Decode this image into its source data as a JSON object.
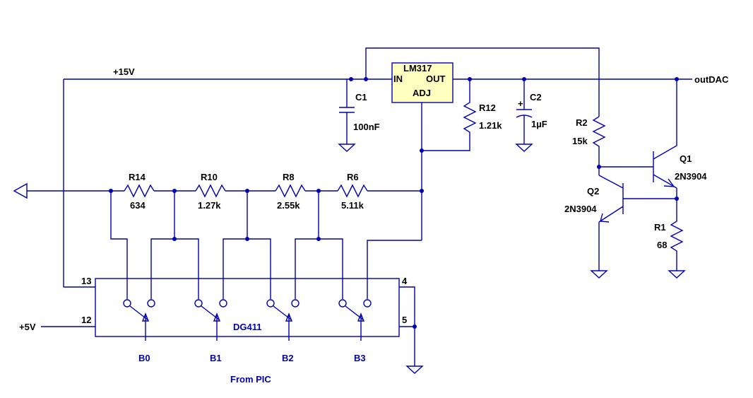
{
  "nets": {
    "v15": "+15V",
    "v5": "+5V",
    "out": "outDAC"
  },
  "regulator": {
    "name": "LM317",
    "in": "IN",
    "out": "OUT",
    "adj": "ADJ"
  },
  "caps": {
    "c1": {
      "ref": "C1",
      "value": "100nF"
    },
    "c2": {
      "ref": "C2",
      "value": "1µF",
      "plus": "+"
    }
  },
  "resistors": {
    "r12": {
      "ref": "R12",
      "value": "1.21k"
    },
    "r14": {
      "ref": "R14",
      "value": "634"
    },
    "r10": {
      "ref": "R10",
      "value": "1.27k"
    },
    "r8": {
      "ref": "R8",
      "value": "2.55k"
    },
    "r6": {
      "ref": "R6",
      "value": "5.11k"
    },
    "r2": {
      "ref": "R2",
      "value": "15k"
    },
    "r1": {
      "ref": "R1",
      "value": "68"
    }
  },
  "transistors": {
    "q1": {
      "ref": "Q1",
      "part": "2N3904"
    },
    "q2": {
      "ref": "Q2",
      "part": "2N3904"
    }
  },
  "switch_ic": {
    "name": "DG411",
    "pins": {
      "p13": "13",
      "p12": "12",
      "p4": "4",
      "p5": "5"
    }
  },
  "inputs": {
    "b0": "B0",
    "b1": "B1",
    "b2": "B2",
    "b3": "B3",
    "source": "From PIC"
  }
}
